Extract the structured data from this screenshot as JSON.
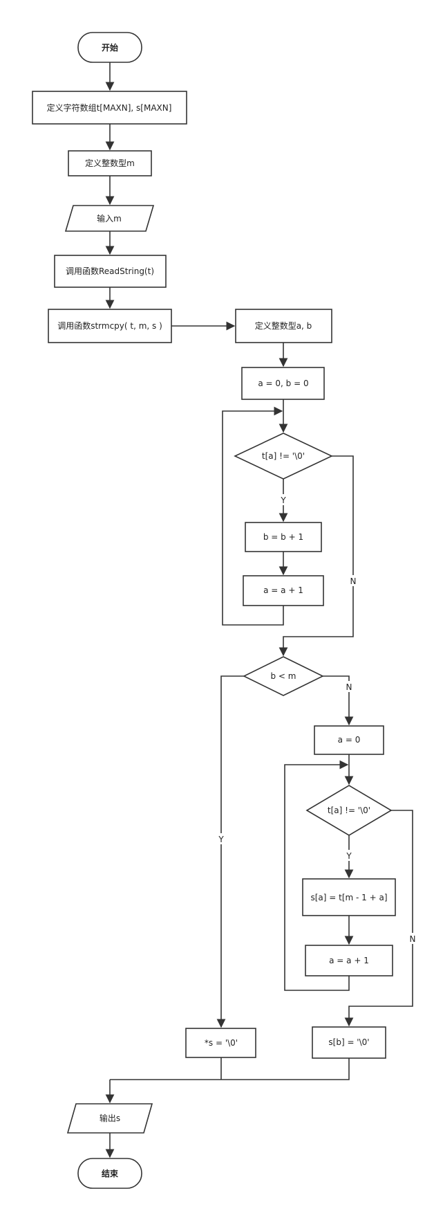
{
  "colors": {
    "stroke": "#333333",
    "fill": "#ffffff",
    "text": "#222222"
  },
  "nodes": {
    "start": "开始",
    "define_arrays": "定义字符数组t[MAXN], s[MAXN]",
    "define_m": "定义整数型m",
    "input_m": "输入m",
    "call_readstring": "调用函数ReadString(t)",
    "call_strmcpy": "调用函数strmcpy( t, m, s )",
    "define_ab": "定义整数型a, b",
    "init_ab": "a = 0, b = 0",
    "cond_loop1": "t[a] != '\\0'",
    "b_inc": "b = b + 1",
    "a_inc_1": "a = a + 1",
    "cond_b_lt_m": "b < m",
    "a_reset": "a = 0",
    "cond_loop2": "t[a] != '\\0'",
    "copy_char": "s[a] = t[m - 1 + a]",
    "a_inc_2": "a = a + 1",
    "s_null": "*s = '\\0'",
    "sb_null": "s[b] = '\\0'",
    "output_s": "输出s",
    "end": "结束"
  },
  "edge_labels": {
    "loop1_yes": "Y",
    "loop1_no": "N",
    "bm_yes": "Y",
    "bm_no": "N",
    "loop2_yes": "Y",
    "loop2_no": "N"
  }
}
